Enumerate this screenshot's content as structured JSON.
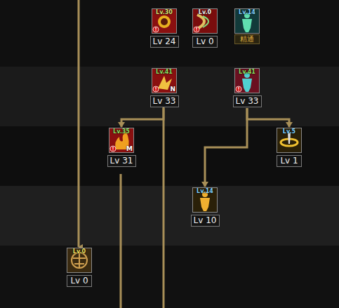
{
  "diagram": {
    "nodes": [
      {
        "text": [
          "Lv.30",
          "Lv 24"
        ]
      },
      {
        "text": [
          "Lv.0",
          "Lv 0"
        ]
      },
      {
        "text": [
          "Lv.14",
          "精通"
        ]
      },
      {
        "text": [
          "Lv.41",
          "N",
          "Lv 33"
        ]
      },
      {
        "text": [
          "Lv.41",
          "Lv 33"
        ]
      },
      {
        "text": [
          "Lv.35",
          "M",
          "Lv 31"
        ]
      },
      {
        "text": [
          "Lv.5",
          "Lv 1"
        ]
      },
      {
        "text": [
          "Lv.14",
          "Lv 10"
        ]
      },
      {
        "text": [
          "Lv.0",
          "Lv 0"
        ]
      }
    ],
    "edges": [
      {
        "from": 3,
        "to": 5,
        "arrow": "to"
      },
      {
        "from": 4,
        "to": 6,
        "arrow": "to"
      },
      {
        "from": 4,
        "to": 7,
        "arrow": "to"
      }
    ]
  }
}
